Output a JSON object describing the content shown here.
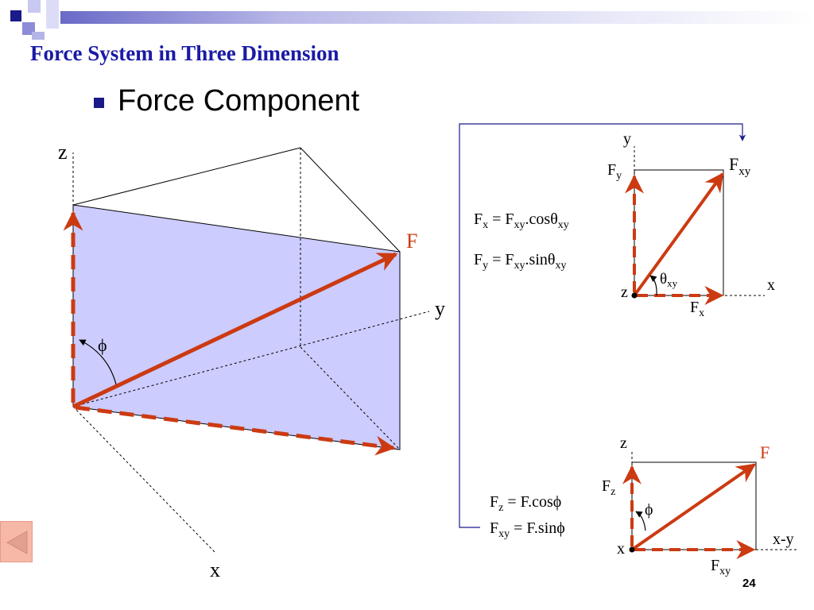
{
  "slide": {
    "title": "Force System in Three Dimension",
    "bullet": "Force Component",
    "page_number": "24"
  },
  "colors": {
    "title": "#1a1aa6",
    "force_arrow": "#cc3a12",
    "plane_fill": "#ccccff",
    "bracket": "#1a1a8a",
    "back_button": "#f6b9a8"
  },
  "main_diagram": {
    "axis_z": "z",
    "axis_y": "y",
    "axis_x": "x",
    "force": "F",
    "angle": "ϕ"
  },
  "xy_diagram": {
    "axis_y": "y",
    "axis_x": "x",
    "origin": "z",
    "resultant": {
      "main": "F",
      "sub": "xy"
    },
    "comp_y": {
      "main": "F",
      "sub": "y"
    },
    "comp_x": {
      "main": "F",
      "sub": "x"
    },
    "angle": {
      "main": "θ",
      "sub": "xy"
    },
    "eq1": {
      "lhs": "F",
      "lhs_sub": "x",
      "mid": " = F",
      "mid_sub": "xy",
      "fn": ".cosθ",
      "fn_sub": "xy"
    },
    "eq2": {
      "lhs": "F",
      "lhs_sub": "y",
      "mid": " = F",
      "mid_sub": "xy",
      "fn": ".sinθ",
      "fn_sub": "xy"
    }
  },
  "z_diagram": {
    "axis_z": "z",
    "axis_h": "x-y",
    "origin": "x",
    "force": "F",
    "comp_z": {
      "main": "F",
      "sub": "z"
    },
    "comp_xy": {
      "main": "F",
      "sub": "xy"
    },
    "angle": "ϕ",
    "eq1": {
      "lhs": "F",
      "lhs_sub": "z",
      "rhs": " = F.cosϕ"
    },
    "eq2": {
      "lhs": "F",
      "lhs_sub": "xy",
      "rhs": " = F.sinϕ"
    }
  }
}
